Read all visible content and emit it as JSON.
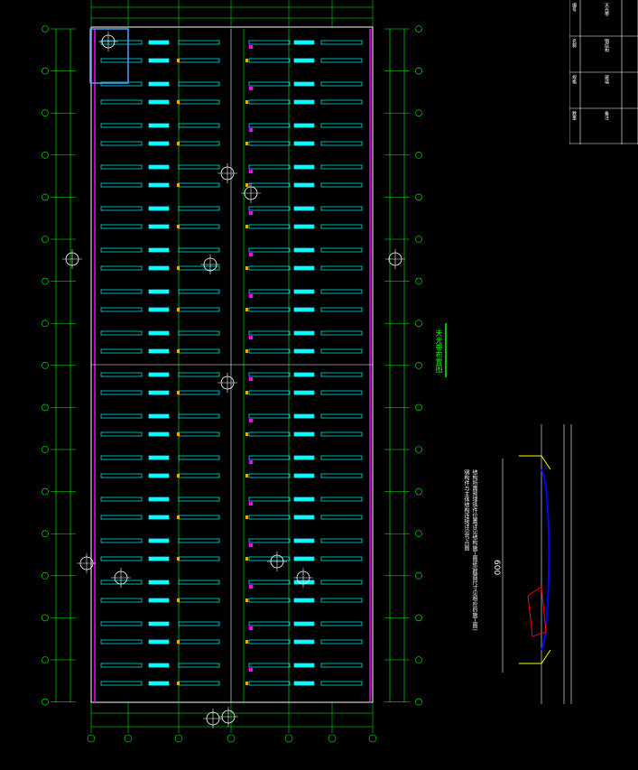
{
  "drawing": {
    "title": "天光带布置图",
    "dimension_label": "600",
    "note_lines": [
      "结构所需预埋铁件位置详见结构施工图纸(截面尺寸见相应的施工图)",
      "钢构件与主体结构连接详见节点图"
    ],
    "colors": {
      "background": "#000000",
      "panel": "#00ffff",
      "grid": "#ffffff",
      "axis": "#00ff00",
      "wall": "#ff00ff",
      "beam": "#ffa500",
      "section_red": "#ff0000",
      "section_blue": "#0000ff",
      "column": "#ffff00"
    },
    "legend_cells": [
      "编号",
      "名称",
      "规格",
      "数量",
      "天光带",
      "钢结构",
      "玻璃",
      "备注"
    ]
  }
}
